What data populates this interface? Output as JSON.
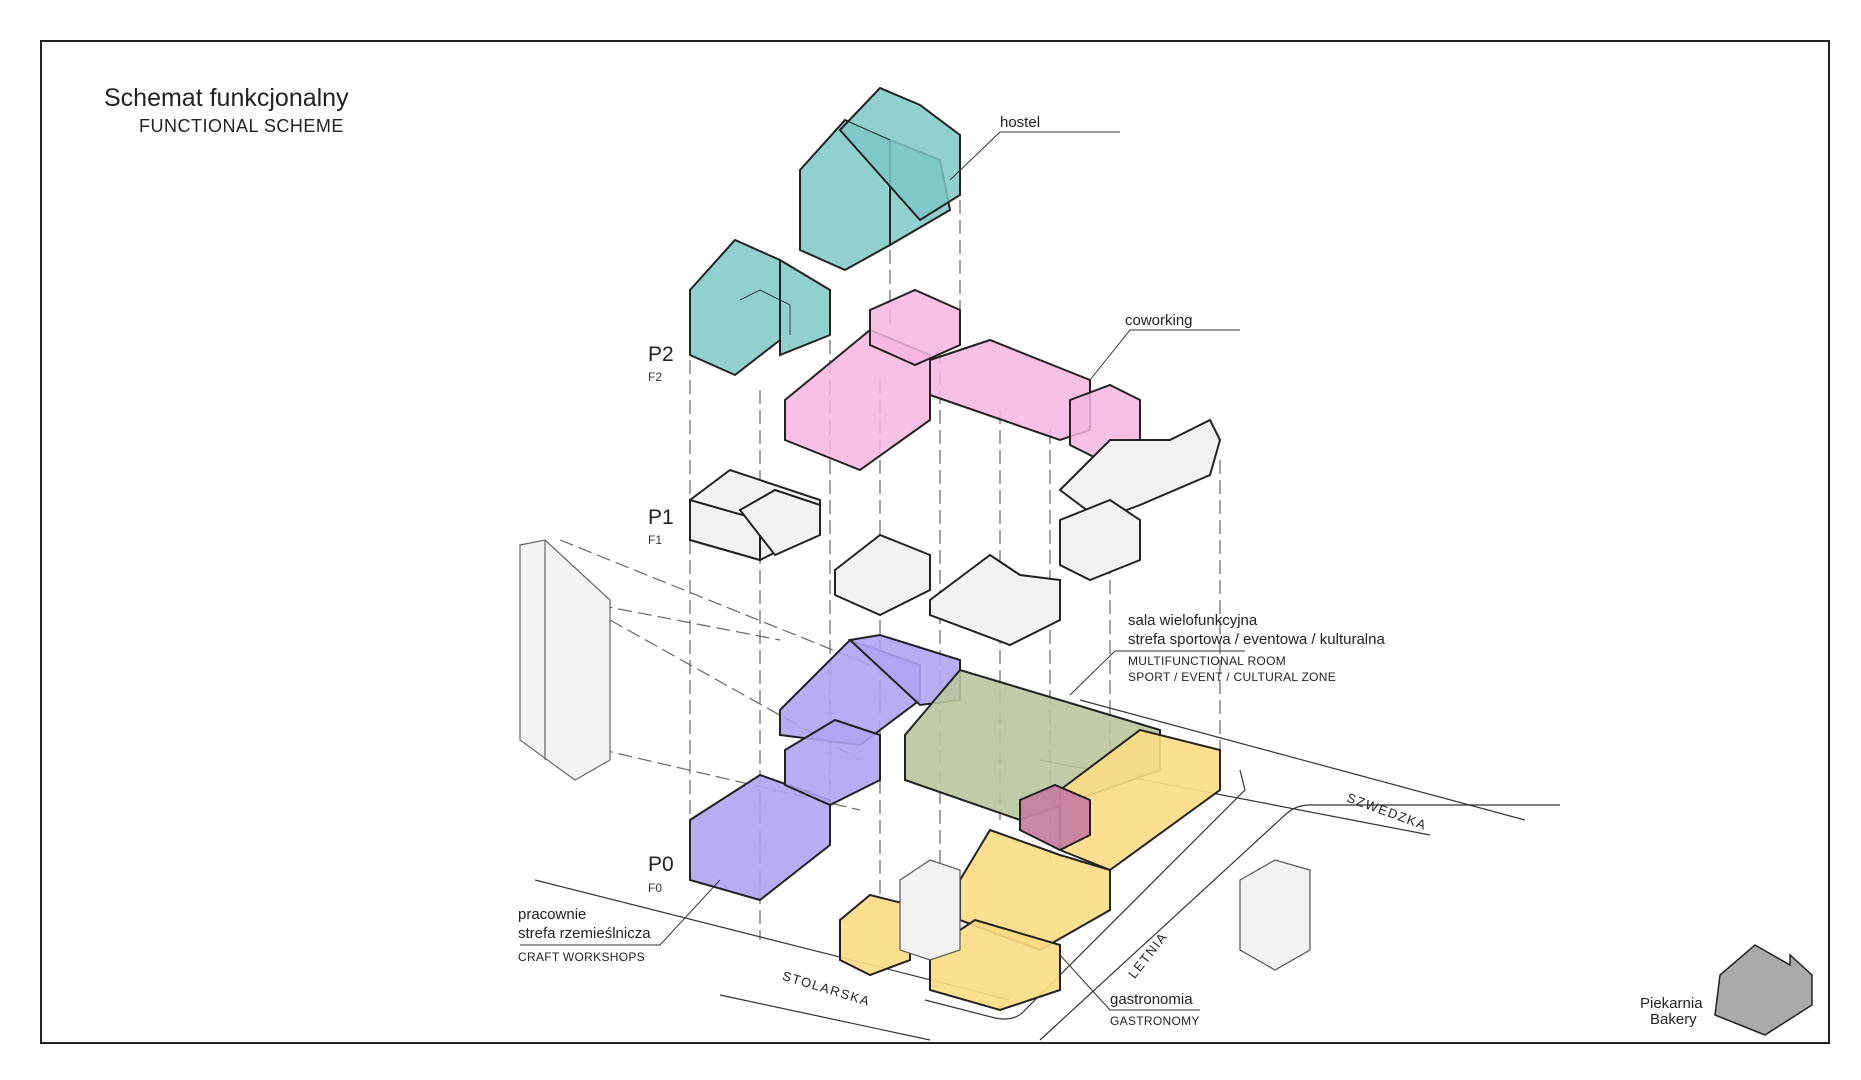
{
  "title": "Schemat funkcjonalny",
  "subtitle": "FUNCTIONAL SCHEME",
  "levels": [
    {
      "code": "P2",
      "sub": "F2"
    },
    {
      "code": "P1",
      "sub": "F1"
    },
    {
      "code": "P0",
      "sub": "F0"
    }
  ],
  "labels": {
    "hostel": "hostel",
    "coworking": "coworking",
    "multi_pl_1": "sala wielofunkcyjna",
    "multi_pl_2": "strefa sportowa / eventowa / kulturalna",
    "multi_en_1": "MULTIFUNCTIONAL ROOM",
    "multi_en_2": "SPORT / EVENT / CULTURAL ZONE",
    "craft_pl_1": "pracownie",
    "craft_pl_2": "strefa rzemieślnicza",
    "craft_en": "CRAFT WORKSHOPS",
    "gastro_pl": "gastronomia",
    "gastro_en": "GASTRONOMY",
    "bakery_pl": "Piekarnia",
    "bakery_en": "Bakery"
  },
  "streets": {
    "szwedzka": "SZWEDZKA",
    "stolarska": "STOLARSKA",
    "letnia": "LETNIA"
  },
  "colors": {
    "hostel": "#7cc9c5",
    "coworking": "#f7b6de",
    "workshops": "#b0a3f2",
    "multifunctional": "#b9c79e",
    "gastronomy": "#fddc84",
    "bakery_accent": "#c77fa0",
    "neutral": "#f2f2f2",
    "bakery_icon": "#a9abab"
  }
}
